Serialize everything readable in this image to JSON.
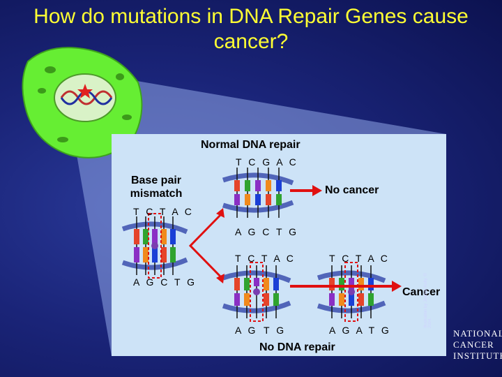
{
  "title": "How do mutations in DNA Repair Genes cause cancer?",
  "labels": {
    "normal_repair": "Normal DNA repair",
    "no_repair": "No DNA repair",
    "base_pair_mismatch": "Base pair mismatch",
    "no_cancer": "No cancer",
    "cancer": "Cancer"
  },
  "sequences": {
    "mismatch_top": "T C T A C",
    "mismatch_bottom": "A G C T G",
    "normal_top": "T C G A C",
    "normal_bottom": "A G C T G",
    "norepair_left_top": "T C T A C",
    "norepair_left_bottom_a": "A G",
    "norepair_left_bottom_b": "T G",
    "norepair_right_top": "T C T A C",
    "norepair_right_bottom": "A G A T G"
  },
  "credit": "Illustration by Jeanne Kelly. © 2004.",
  "logo": {
    "line1": "NATIONAL",
    "line2": "CANCER",
    "line3": "INSTITUTE"
  },
  "colors": {
    "title": "#ffff33",
    "panel": "#cde3f7",
    "cell": "#66ee33",
    "arrow": "#e01010",
    "backbone": "#3b4fae"
  }
}
